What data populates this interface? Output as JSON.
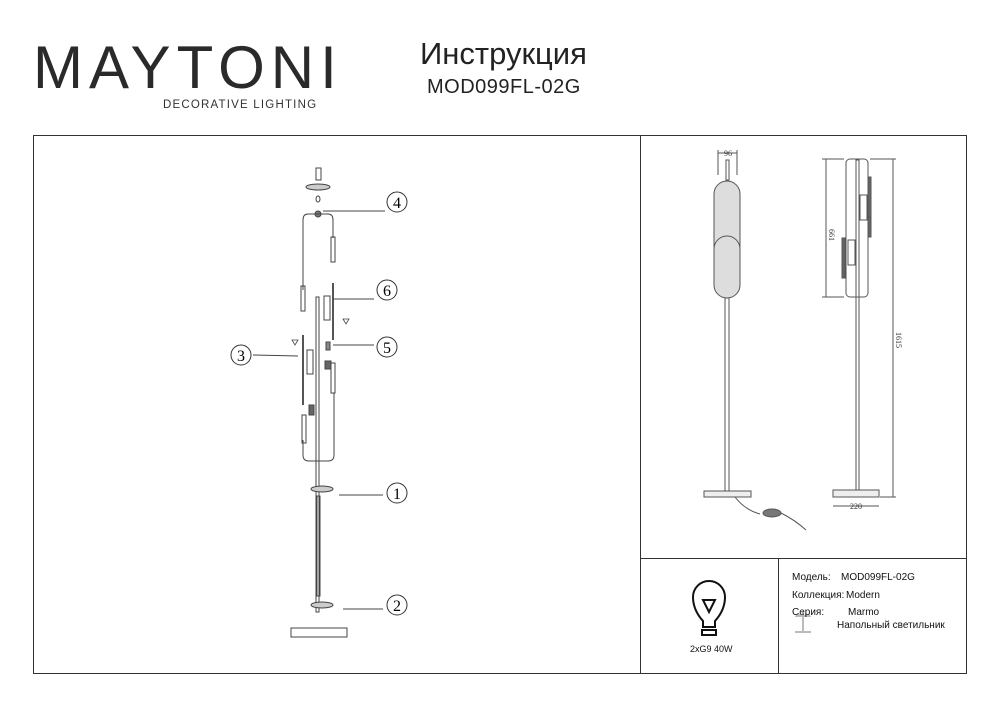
{
  "header": {
    "brand": "MAYTONI",
    "brand_tagline": "DECORATIVE LIGHTING",
    "title": "Инструкция",
    "model": "MOD099FL-02G"
  },
  "assembly": {
    "callouts": [
      "1",
      "2",
      "3",
      "4",
      "5",
      "6"
    ]
  },
  "dimensions": {
    "width_top": "96",
    "shade_height": "661",
    "total_height": "1615",
    "base_width": "220"
  },
  "specs": {
    "lamp": "2xG9 40W",
    "model_label": "Модель:",
    "model_value": "MOD099FL-02G",
    "collection_label": "Коллекция:",
    "collection_value": "Modern",
    "series_label": "Серия:",
    "series_value": "Marmo",
    "type_value": "Напольный светильник"
  }
}
